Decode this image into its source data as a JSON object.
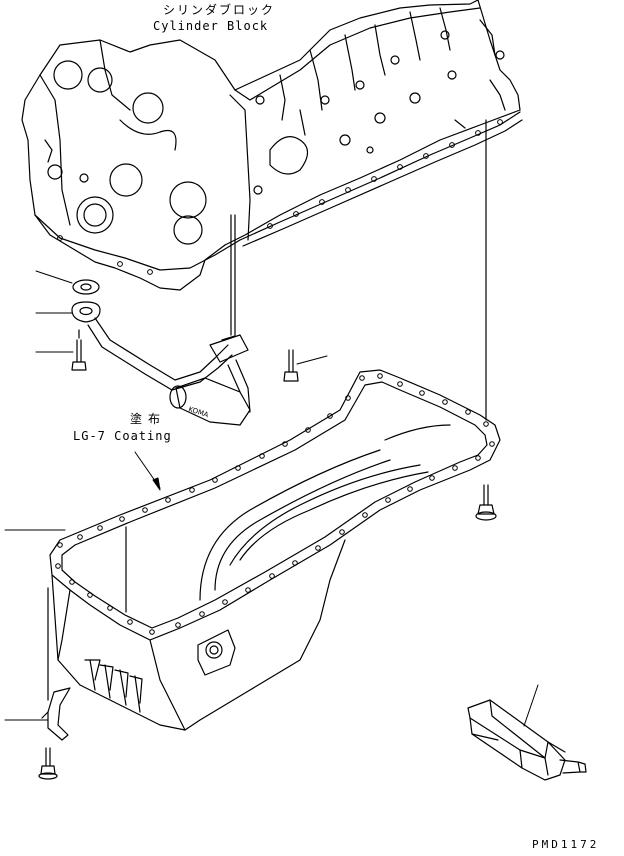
{
  "labels": {
    "cylinder_block_jp": "シリンダブロック",
    "cylinder_block_en": "Cylinder Block",
    "coating_jp": "塗布",
    "coating_en": "LG-7 Coating",
    "drawing_code": "PMD1172"
  },
  "colors": {
    "line": "#000000",
    "background": "#ffffff"
  }
}
